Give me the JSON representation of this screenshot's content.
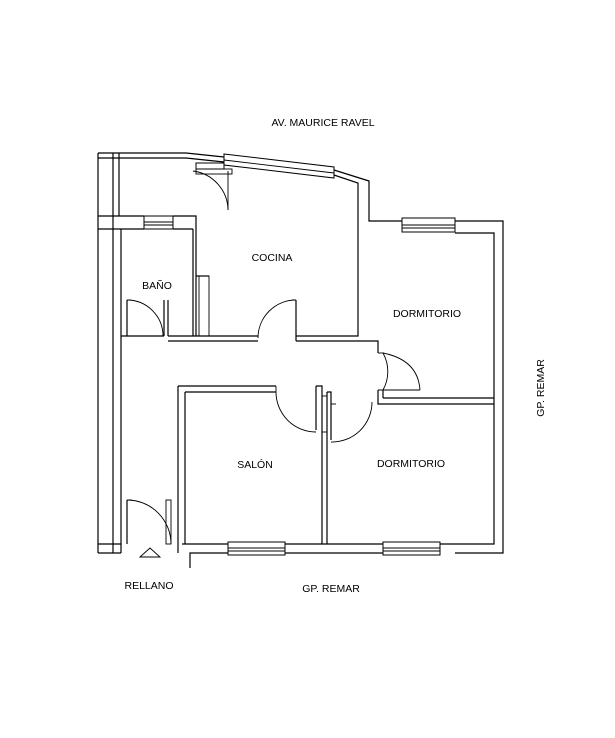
{
  "streets": {
    "top": "AV. MAURICE RAVEL",
    "bottom": "GP. REMAR",
    "right": "GP. REMAR"
  },
  "rooms": {
    "cocina": "COCINA",
    "bano": "BAÑO",
    "dormitorio_1": "DORMITORIO",
    "dormitorio_2": "DORMITORIO",
    "salon": "SALÓN"
  },
  "landing": "RELLANO"
}
